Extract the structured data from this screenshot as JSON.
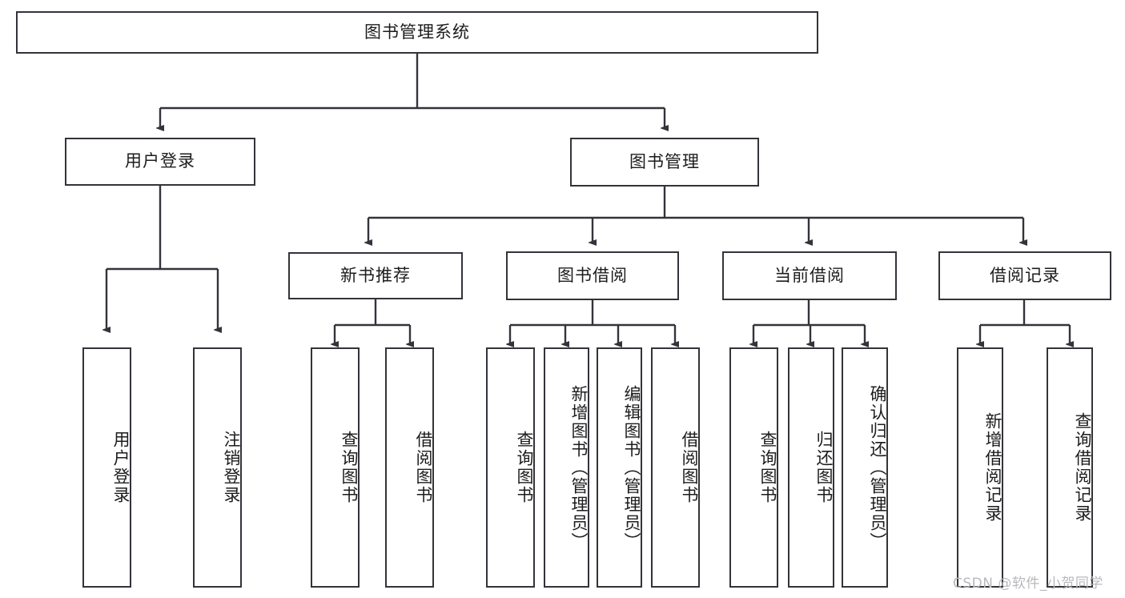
{
  "diagram": {
    "type": "hierarchy-tree",
    "title_node": {
      "label": "图书管理系统"
    },
    "level1": [
      {
        "id": "user-login",
        "label": "用户登录"
      },
      {
        "id": "book-management",
        "label": "图书管理"
      }
    ],
    "level2": [
      {
        "id": "new-book-recommend",
        "label": "新书推荐",
        "parent": "book-management"
      },
      {
        "id": "book-borrow",
        "label": "图书借阅",
        "parent": "book-management"
      },
      {
        "id": "current-borrow",
        "label": "当前借阅",
        "parent": "book-management"
      },
      {
        "id": "borrow-record",
        "label": "借阅记录",
        "parent": "book-management"
      }
    ],
    "leaves": {
      "user_login": [
        {
          "id": "leaf-user-login",
          "label": "用户登录"
        },
        {
          "id": "leaf-logout-login",
          "label": "注销登录"
        }
      ],
      "new_book_recommend": [
        {
          "id": "leaf-query-book-1",
          "label": "查询图书"
        },
        {
          "id": "leaf-borrow-book-1",
          "label": "借阅图书"
        }
      ],
      "book_borrow": [
        {
          "id": "leaf-query-book-2",
          "label": "查询图书"
        },
        {
          "id": "leaf-add-book",
          "label": "新增图书（管理员）"
        },
        {
          "id": "leaf-edit-book",
          "label": "编辑图书（管理员）"
        },
        {
          "id": "leaf-borrow-book-2",
          "label": "借阅图书"
        }
      ],
      "current_borrow": [
        {
          "id": "leaf-query-book-3",
          "label": "查询图书"
        },
        {
          "id": "leaf-return-book",
          "label": "归还图书"
        },
        {
          "id": "leaf-confirm-return",
          "label": "确认归还（管理员）"
        }
      ],
      "borrow_record": [
        {
          "id": "leaf-add-record",
          "label": "新增借阅记录"
        },
        {
          "id": "leaf-query-record",
          "label": "查询借阅记录"
        }
      ]
    }
  },
  "watermark": {
    "text": "CSDN @软件_小贺同学"
  },
  "colors": {
    "stroke": "#33333a",
    "text": "#1c1c1c",
    "background": "#ffffff",
    "watermark": "#b9b9bd"
  }
}
